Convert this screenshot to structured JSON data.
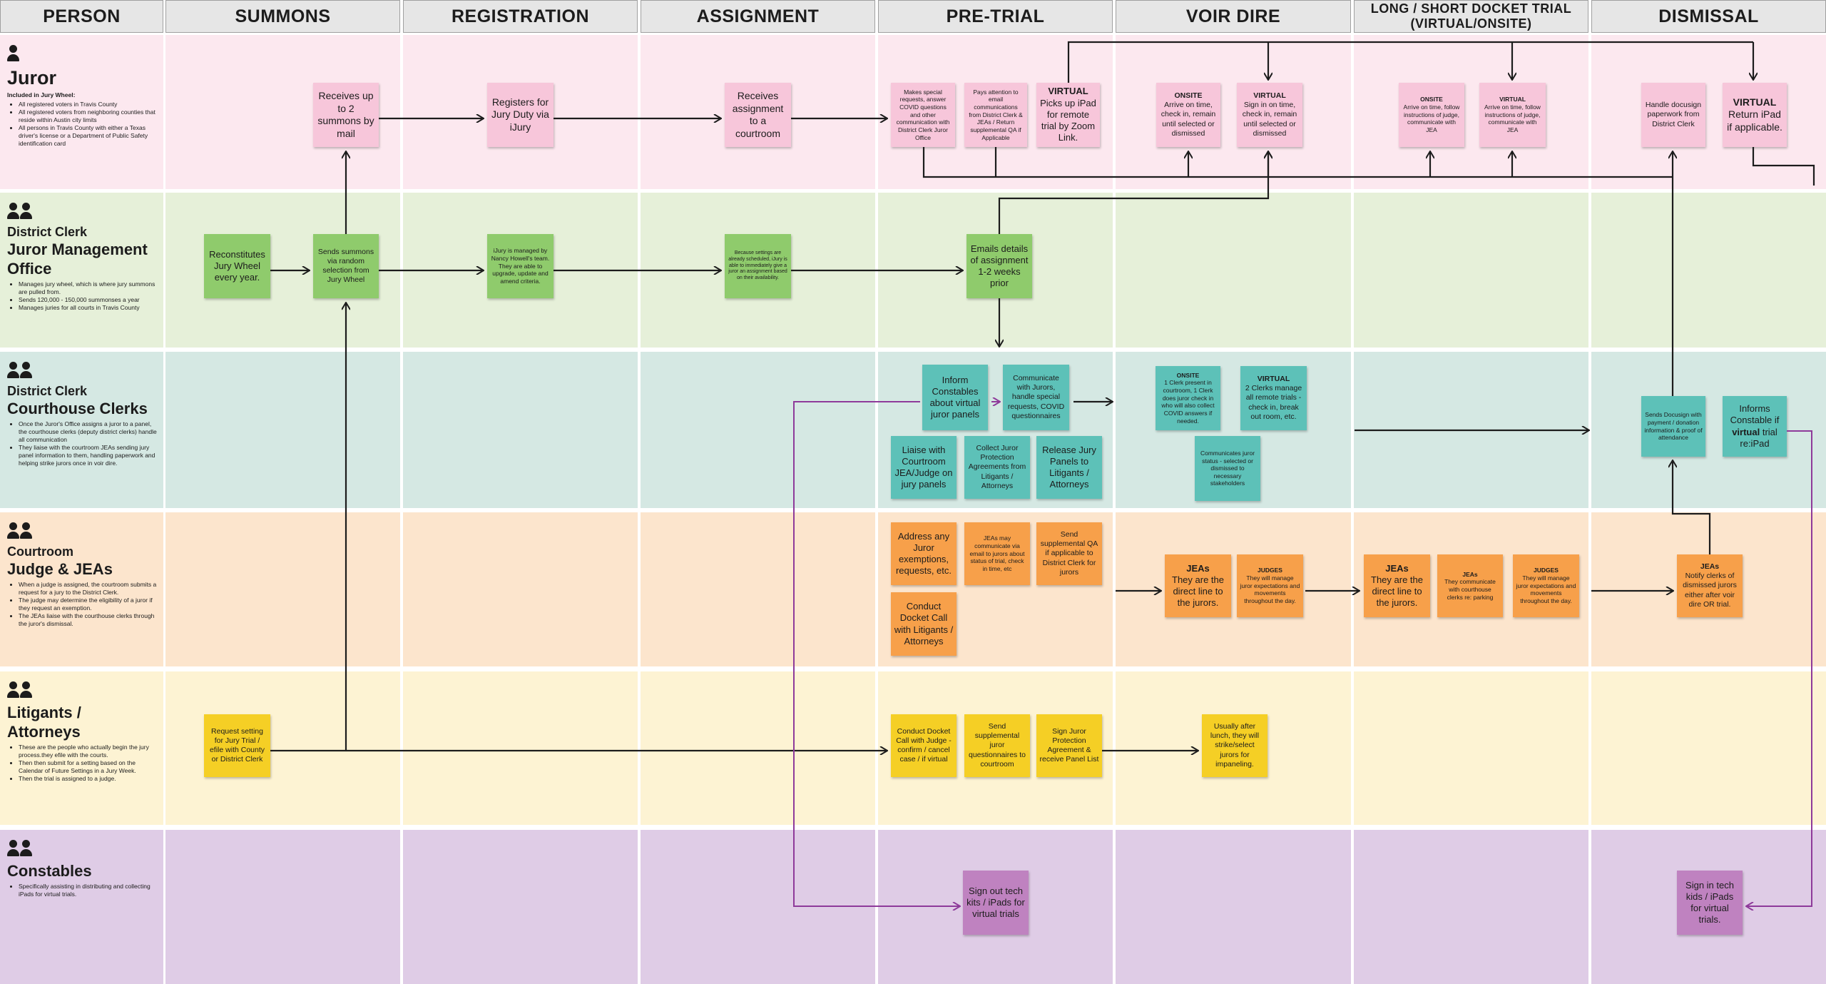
{
  "headers": [
    "PERSON",
    "SUMMONS",
    "REGISTRATION",
    "ASSIGNMENT",
    "PRE-TRIAL",
    "VOIR DIRE",
    "LONG / SHORT DOCKET TRIAL (VIRTUAL/ONSITE)",
    "DISMISSAL"
  ],
  "lanes": [
    {
      "subtitle": "",
      "title": "Juror",
      "intro": "Included in Jury Wheel:",
      "bullets": [
        "All registered voters in Travis County",
        "All registered voters from neighboring counties that reside within Austin city limits",
        "All persons in Travis County with either a Texas driver's license or a Department of Public Safety identification card"
      ]
    },
    {
      "subtitle": "District Clerk",
      "title": "Juror Management Office",
      "bullets": [
        "Manages jury wheel, which is where jury summons are pulled from.",
        "Sends 120,000 - 150,000 summonses a year",
        "Manages juries for all courts in Travis County"
      ]
    },
    {
      "subtitle": "District Clerk",
      "title": "Courthouse Clerks",
      "bullets": [
        "Once the Juror's Office assigns a juror to a panel, the courthouse clerks (deputy district clerks) handle all communication",
        "They liaise with the courtroom JEAs sending jury panel information to them, handling paperwork and helping strike jurors once in voir dire."
      ]
    },
    {
      "subtitle": "Courtroom",
      "title": "Judge & JEAs",
      "bullets": [
        "When a judge is assigned, the courtroom submits a request for a jury to the District Clerk.",
        "The judge may determine the eligibility of a juror if they request an exemption.",
        "The JEAs liaise with the courthouse clerks through the juror's dismissal."
      ]
    },
    {
      "subtitle": "",
      "title": "Litigants / Attorneys",
      "bullets": [
        "These are the people who actually begin the jury process.they efile with the courts.",
        "Then then submit for a setting based on the Calendar of Future Settings in a Jury Week.",
        "Then the trial is assigned to a judge."
      ]
    },
    {
      "subtitle": "",
      "title": "Constables",
      "bullets": [
        "Specifically assisting in distributing and collecting iPads for virtual trials."
      ]
    }
  ],
  "notes": [
    {
      "text": "Receives up to 2 summons by mail"
    },
    {
      "text": "Registers for Jury Duty via iJury"
    },
    {
      "text": "Receives assignment to a courtroom"
    },
    {
      "text": "Makes special requests, answer COVID questions and other communication with District Clerk Juror Office"
    },
    {
      "text": "Pays attention to email communications from District Clerk & JEAs / Return supplemental QA if Applicable"
    },
    {
      "tag": "VIRTUAL",
      "text": "Picks up iPad for remote trial by Zoom Link."
    },
    {
      "tag": "ONSITE",
      "text": "Arrive on time, check in, remain until selected or dismissed"
    },
    {
      "tag": "VIRTUAL",
      "text": "Sign in on time, check in, remain until selected or dismissed"
    },
    {
      "tag": "ONSITE",
      "text": "Arrive on time, follow instructions of judge, communicate with JEA"
    },
    {
      "tag": "VIRTUAL",
      "text": "Arrive on time, follow instructions of judge, communicate with JEA"
    },
    {
      "text": "Handle docusign paperwork from District Clerk"
    },
    {
      "tag": "VIRTUAL",
      "text": "Return iPad if applicable."
    },
    {
      "text": "Reconstitutes Jury Wheel every year."
    },
    {
      "text": "Sends summons via random selection from Jury Wheel"
    },
    {
      "text": "iJury is managed by Nancy Howell's team. They are able to upgrade, update and amend criteria."
    },
    {
      "text": "Because settings are already scheduled, iJury is able to immediately give a juror an assignment based on their availability."
    },
    {
      "text": "Emails details of assignment 1-2 weeks prior"
    },
    {
      "text": "Inform Constables about virtual juror panels"
    },
    {
      "text": "Communicate with Jurors, handle special requests, COVID questionnaires"
    },
    {
      "text": "Liaise with Courtroom JEA/Judge on jury panels"
    },
    {
      "text": "Collect Juror Protection Agreements from Litigants / Attorneys"
    },
    {
      "text": "Release Jury Panels to Litigants / Attorneys"
    },
    {
      "tag": "ONSITE",
      "text": "1 Clerk present in courtroom, 1 Clerk does juror check in who will also collect COVID answers if needed."
    },
    {
      "tag": "VIRTUAL",
      "text": "2 Clerks manage all remote trials - check in, break out room, etc."
    },
    {
      "text": "Communicates juror status - selected or dismissed to necessary stakeholders"
    },
    {
      "text": "Sends Docusign with payment / donation information & proof of attendance"
    },
    {
      "text": "Informs Constable if",
      "bold": "virtual",
      "text2": "trial re:iPad"
    },
    {
      "text": "Address any Juror exemptions, requests, etc."
    },
    {
      "text": "JEAs may communicate via email to jurors about status of trial, check in time, etc"
    },
    {
      "text": "Send supplemental QA if applicable to District Clerk for jurors"
    },
    {
      "text": "Conduct Docket Call with Litigants / Attorneys"
    },
    {
      "tag": "JEAs",
      "text": "They are the direct line to the jurors."
    },
    {
      "tag": "JUDGES",
      "text": "They will manage juror expectations and movements throughout the day."
    },
    {
      "tag": "JEAs",
      "text": "They are the direct line to the jurors."
    },
    {
      "tag": "JEAs",
      "text": "They communicate with courthouse clerks re: parking"
    },
    {
      "tag": "JUDGES",
      "text": "They will manage juror expectations and movements throughout the day."
    },
    {
      "tag": "JEAs",
      "text": "Notify clerks of dismissed jurors either after voir dire OR trial."
    },
    {
      "text": "Request setting for Jury Trial / efile with County or District Clerk"
    },
    {
      "text": "Conduct Docket Call with Judge - confirm / cancel case / if virtual"
    },
    {
      "text": "Send supplemental juror questionnaires to courtroom"
    },
    {
      "text": "Sign Juror Protection Agreement & receive Panel List"
    },
    {
      "text": "Usually after lunch, they will strike/select jurors for impaneling."
    },
    {
      "text": "Sign out tech kits / iPads for virtual trials"
    },
    {
      "text": "Sign in tech kids / iPads for virtual trials."
    }
  ],
  "colors": {
    "juror": "#fce8ef",
    "jmo": "#e6f0d9",
    "clerks": "#d5e8e3",
    "judge": "#fce5cd",
    "litigants": "#fdf3d3",
    "constables": "#dfcce6",
    "connector": "#1c1c1c",
    "constable_connector": "#8e3a9a"
  }
}
